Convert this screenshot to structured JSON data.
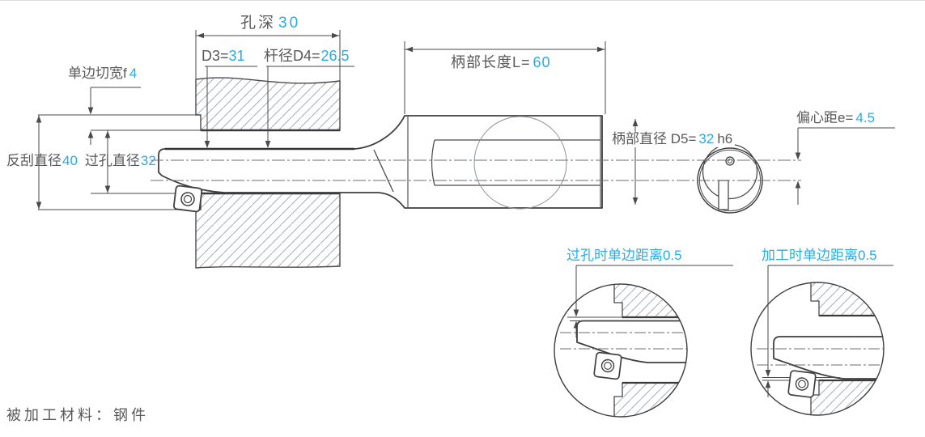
{
  "colors": {
    "accent_value": "#29abe2",
    "line": "#4a4a4a",
    "label_text": "#58595b",
    "hatch": "#a6acb1"
  },
  "annotations": {
    "hole_depth": {
      "label": "孔深",
      "value": "30"
    },
    "insert_diameter_d3": {
      "label": "D3=",
      "value": "31"
    },
    "rod_diameter_d4": {
      "label": "杆径D4=",
      "value": "26.5"
    },
    "single_side_cut_width": {
      "label": "单边切宽f",
      "value": "4"
    },
    "back_scrape_diameter": {
      "label": "反刮直径",
      "value": "40"
    },
    "through_hole_diameter": {
      "label": "过孔直径",
      "value": "32"
    },
    "shank_length": {
      "label": "柄部长度L=",
      "value": "60"
    },
    "shank_diameter": {
      "label": "柄部直径 D5=",
      "value": "32",
      "suffix": "h6"
    },
    "eccentricity": {
      "label": "偏心距e=",
      "value": "4.5"
    },
    "through_hole_clearance": {
      "text": "过孔时单边距离0.5"
    },
    "machining_clearance": {
      "text": "加工时单边距离0.5"
    },
    "material_note": {
      "text": "被加工材料：钢件"
    }
  }
}
